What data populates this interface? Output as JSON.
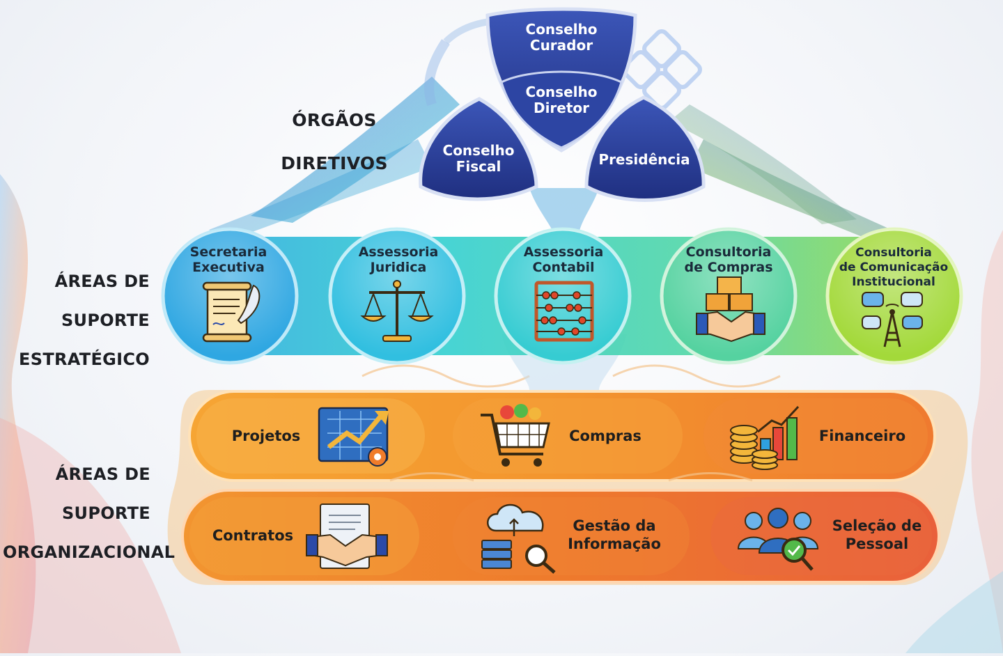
{
  "sections": {
    "orgaos_diretivos": {
      "line1": "ÓRGÃOS",
      "line2": "DIRETIVOS"
    },
    "suporte_estrategico": {
      "line1": "ÁREAS DE",
      "line2": "SUPORTE",
      "line3": "ESTRATÉGICO"
    },
    "suporte_organizacional": {
      "line1": "ÁREAS DE",
      "line2": "SUPORTE",
      "line3": "ORGANIZACIONAL"
    }
  },
  "diretivos": {
    "conselho_curador": {
      "line1": "Conselho",
      "line2": "Curador"
    },
    "conselho_diretor": {
      "line1": "Conselho",
      "line2": "Diretor"
    },
    "conselho_fiscal": {
      "line1": "Conselho",
      "line2": "Fiscal"
    },
    "presidencia": {
      "line1": "Presidência"
    }
  },
  "estrategico": [
    {
      "line1": "Secretaria",
      "line2": "Executiva",
      "icon": "scroll-quill-icon"
    },
    {
      "line1": "Assessoria",
      "line2": "Juridica",
      "icon": "scales-icon"
    },
    {
      "line1": "Assessoria",
      "line2": "Contabil",
      "icon": "abacus-icon"
    },
    {
      "line1": "Consultoria",
      "line2": "de Compras",
      "icon": "handshake-boxes-icon"
    },
    {
      "line1": "Consultoria",
      "line2": "de Comunicação",
      "line3": "Institucional",
      "icon": "antenna-chat-icon"
    }
  ],
  "organizacional": [
    {
      "line1": "Projetos",
      "icon": "blueprint-chart-icon"
    },
    {
      "line1": "Compras",
      "icon": "shopping-cart-icon"
    },
    {
      "line1": "Financeiro",
      "icon": "coins-chart-icon"
    },
    {
      "line1": "Contratos",
      "icon": "contract-handshake-icon"
    },
    {
      "line1": "Gestão da",
      "line2": "Informação",
      "icon": "cloud-server-icon"
    },
    {
      "line1": "Seleção de",
      "line2": "Pessoal",
      "icon": "people-search-icon"
    }
  ],
  "colors": {
    "navy": "#2a3f9a",
    "navy_dark": "#1c2a72",
    "teal": "#33c6cf",
    "lime": "#9ed53b",
    "orange": "#f39a2a",
    "orange_dark": "#ec6a2a"
  }
}
